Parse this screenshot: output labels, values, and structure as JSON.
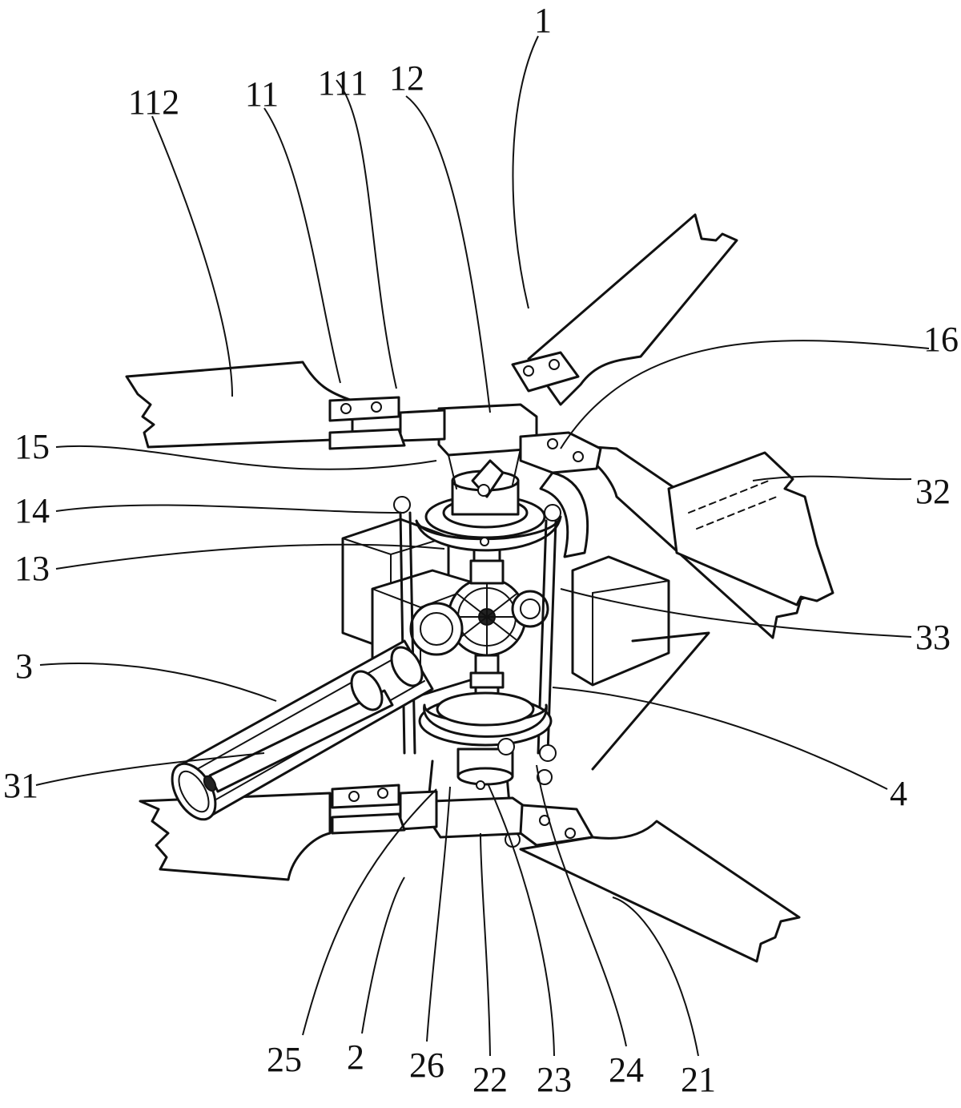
{
  "labels": {
    "l1": "1",
    "l12": "12",
    "l111": "111",
    "l11": "11",
    "l112": "112",
    "l16": "16",
    "l32": "32",
    "l15": "15",
    "l14": "14",
    "l13": "13",
    "l33": "33",
    "l3": "3",
    "l4": "4",
    "l31": "31",
    "l25": "25",
    "l2": "2",
    "l26": "26",
    "l22": "22",
    "l23": "23",
    "l24": "24",
    "l21": "21"
  }
}
